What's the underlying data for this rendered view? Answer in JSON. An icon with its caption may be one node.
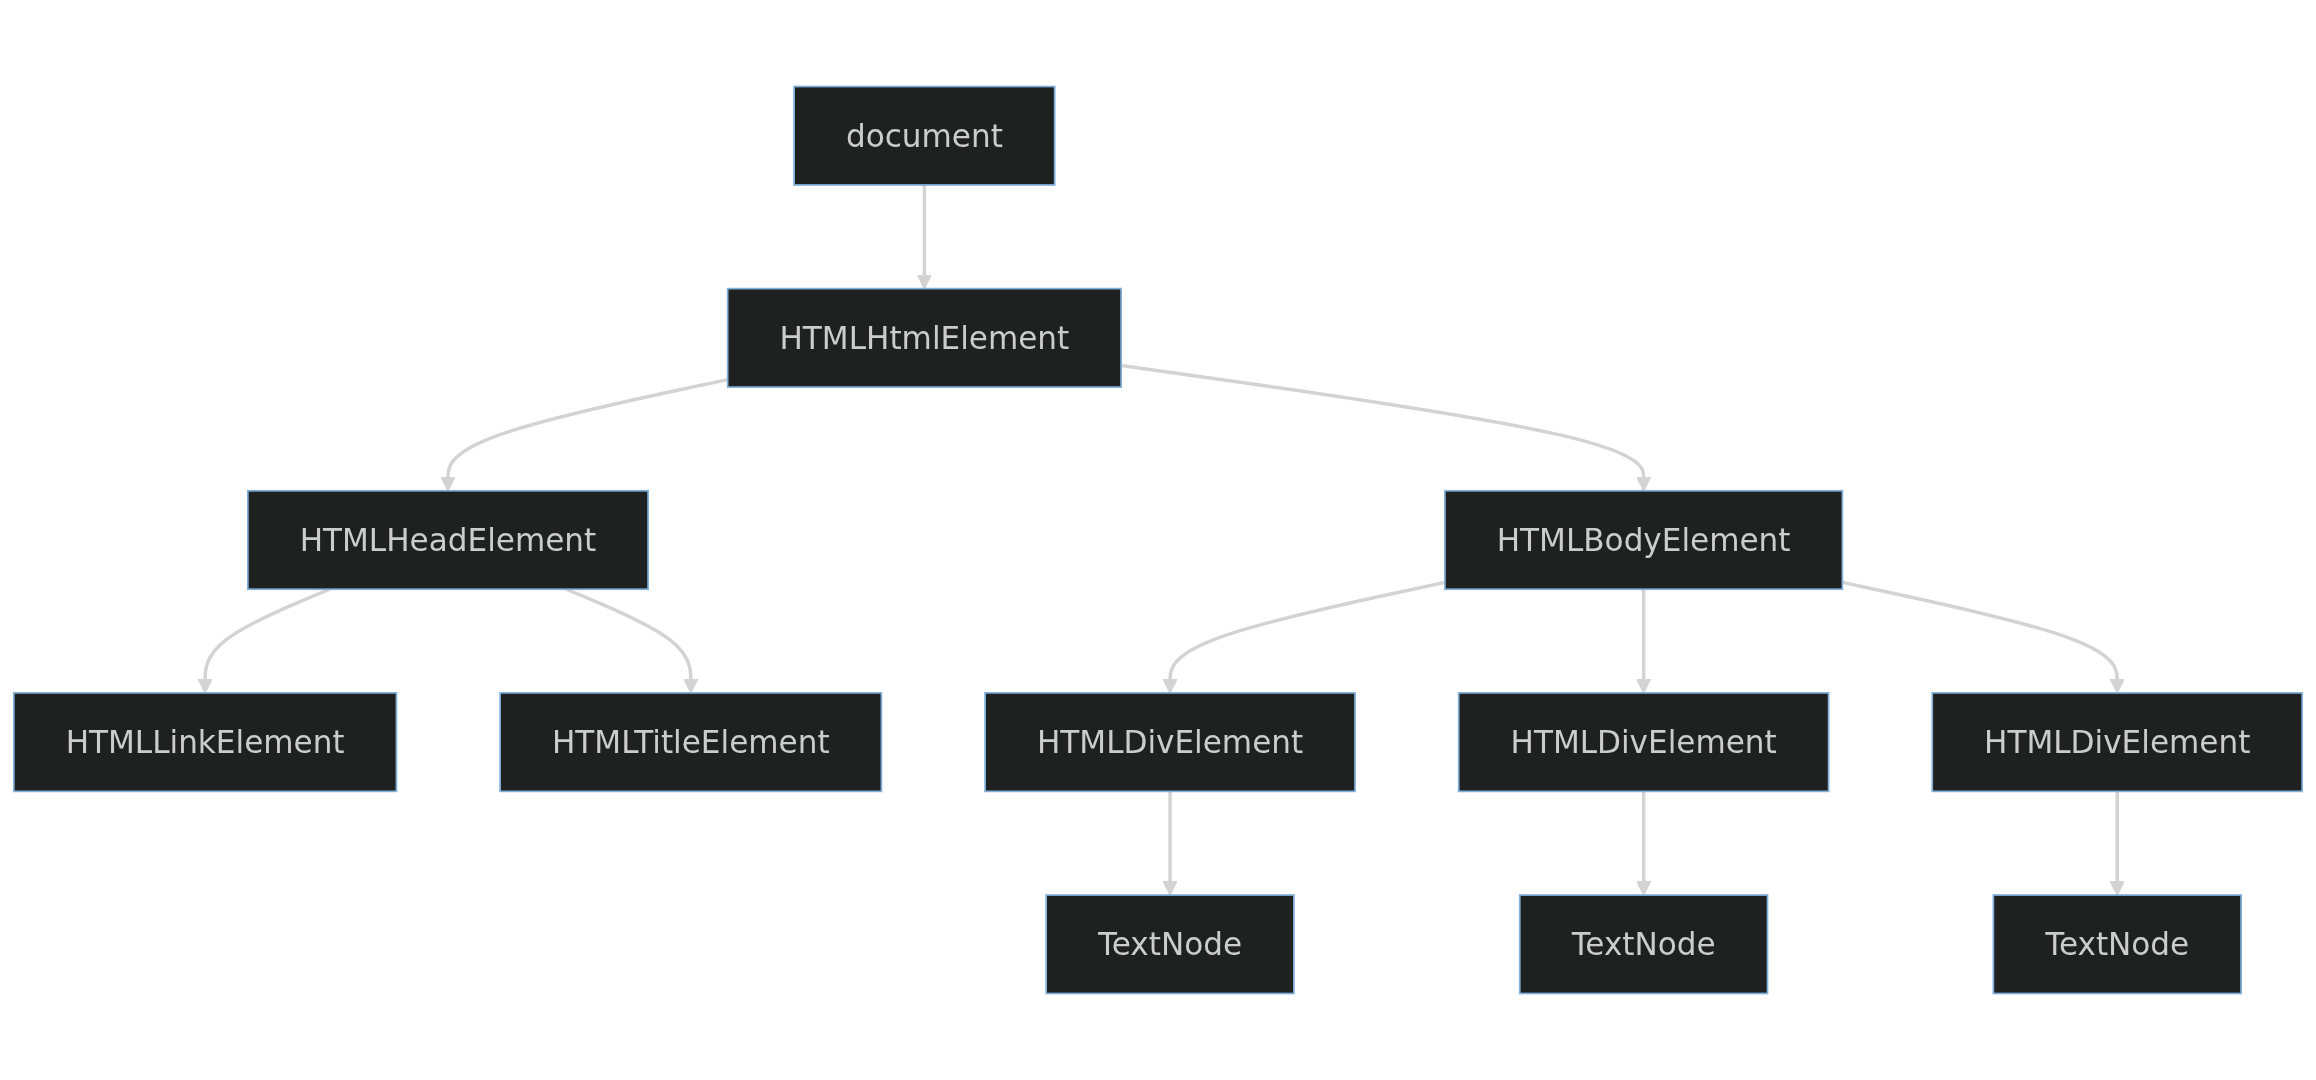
{
  "diagram": {
    "nodes": [
      {
        "text": [
          "document"
        ]
      },
      {
        "text": [
          "HTMLHtmlElement"
        ]
      },
      {
        "text": [
          "HTMLHeadElement"
        ]
      },
      {
        "text": [
          "HTMLBodyElement"
        ]
      },
      {
        "text": [
          "HTMLLinkElement"
        ]
      },
      {
        "text": [
          "HTMLTitleElement"
        ]
      },
      {
        "text": [
          "HTMLDivElement"
        ]
      },
      {
        "text": [
          "HTMLDivElement"
        ]
      },
      {
        "text": [
          "HTMLDivElement"
        ]
      },
      {
        "text": [
          "TextNode"
        ]
      },
      {
        "text": [
          "TextNode"
        ]
      },
      {
        "text": [
          "TextNode"
        ]
      }
    ],
    "edges": [
      {
        "from": 0,
        "to": 1,
        "arrow": "to"
      },
      {
        "from": 1,
        "to": 2,
        "arrow": "to"
      },
      {
        "from": 1,
        "to": 3,
        "arrow": "to"
      },
      {
        "from": 2,
        "to": 4,
        "arrow": "to"
      },
      {
        "from": 2,
        "to": 5,
        "arrow": "to"
      },
      {
        "from": 3,
        "to": 6,
        "arrow": "to"
      },
      {
        "from": 3,
        "to": 7,
        "arrow": "to"
      },
      {
        "from": 3,
        "to": 8,
        "arrow": "to"
      },
      {
        "from": 6,
        "to": 9,
        "arrow": "to"
      },
      {
        "from": 7,
        "to": 10,
        "arrow": "to"
      },
      {
        "from": 8,
        "to": 11,
        "arrow": "to"
      }
    ]
  }
}
